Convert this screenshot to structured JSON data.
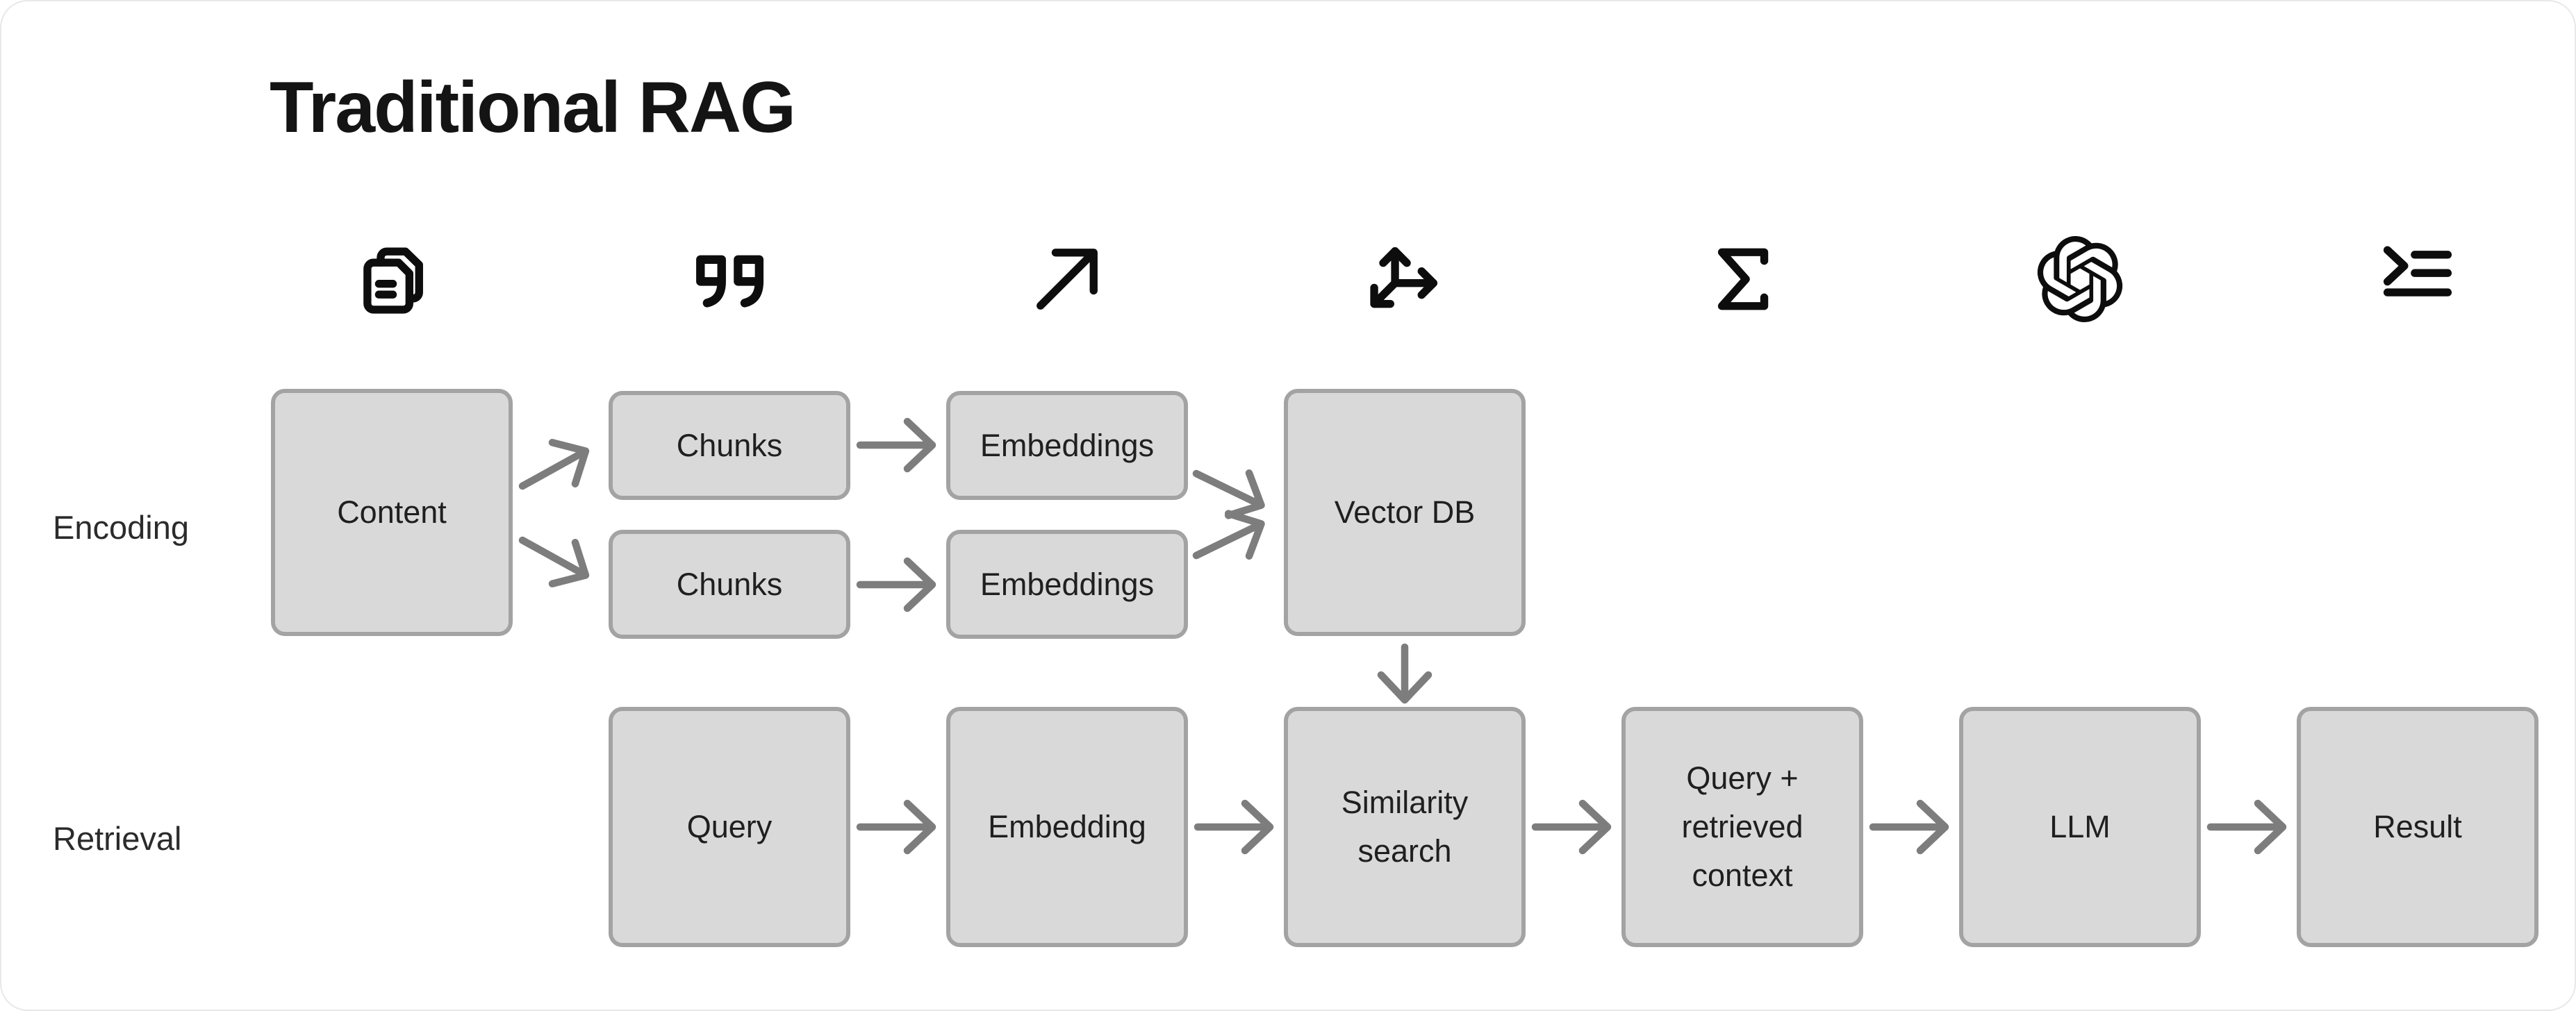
{
  "title": "Traditional RAG",
  "row_labels": {
    "encoding": "Encoding",
    "retrieval": "Retrieval"
  },
  "icons": [
    {
      "name": "documents-icon",
      "meaning": "content documents"
    },
    {
      "name": "quote-icon",
      "meaning": "text chunks"
    },
    {
      "name": "arrow-up-right-icon",
      "meaning": "embedding projection"
    },
    {
      "name": "axes-3d-icon",
      "meaning": "vector space"
    },
    {
      "name": "sigma-icon",
      "meaning": "similarity / summation"
    },
    {
      "name": "openai-icon",
      "meaning": "LLM provider logo"
    },
    {
      "name": "list-output-icon",
      "meaning": "result output"
    }
  ],
  "nodes": {
    "content": "Content",
    "chunks_top": "Chunks",
    "chunks_bottom": "Chunks",
    "embeddings_top": "Embeddings",
    "embeddings_bottom": "Embeddings",
    "vector_db": "Vector DB",
    "query": "Query",
    "embedding": "Embedding",
    "similarity_search": "Similarity search",
    "query_retrieved_context": "Query + retrieved context",
    "llm": "LLM",
    "result": "Result"
  },
  "colors": {
    "node_fill": "#d9d9d9",
    "node_border": "#a3a3a3",
    "arrow": "#7d7d7d",
    "text": "#1f1f1f",
    "title_text": "#141414",
    "background": "#ffffff"
  }
}
